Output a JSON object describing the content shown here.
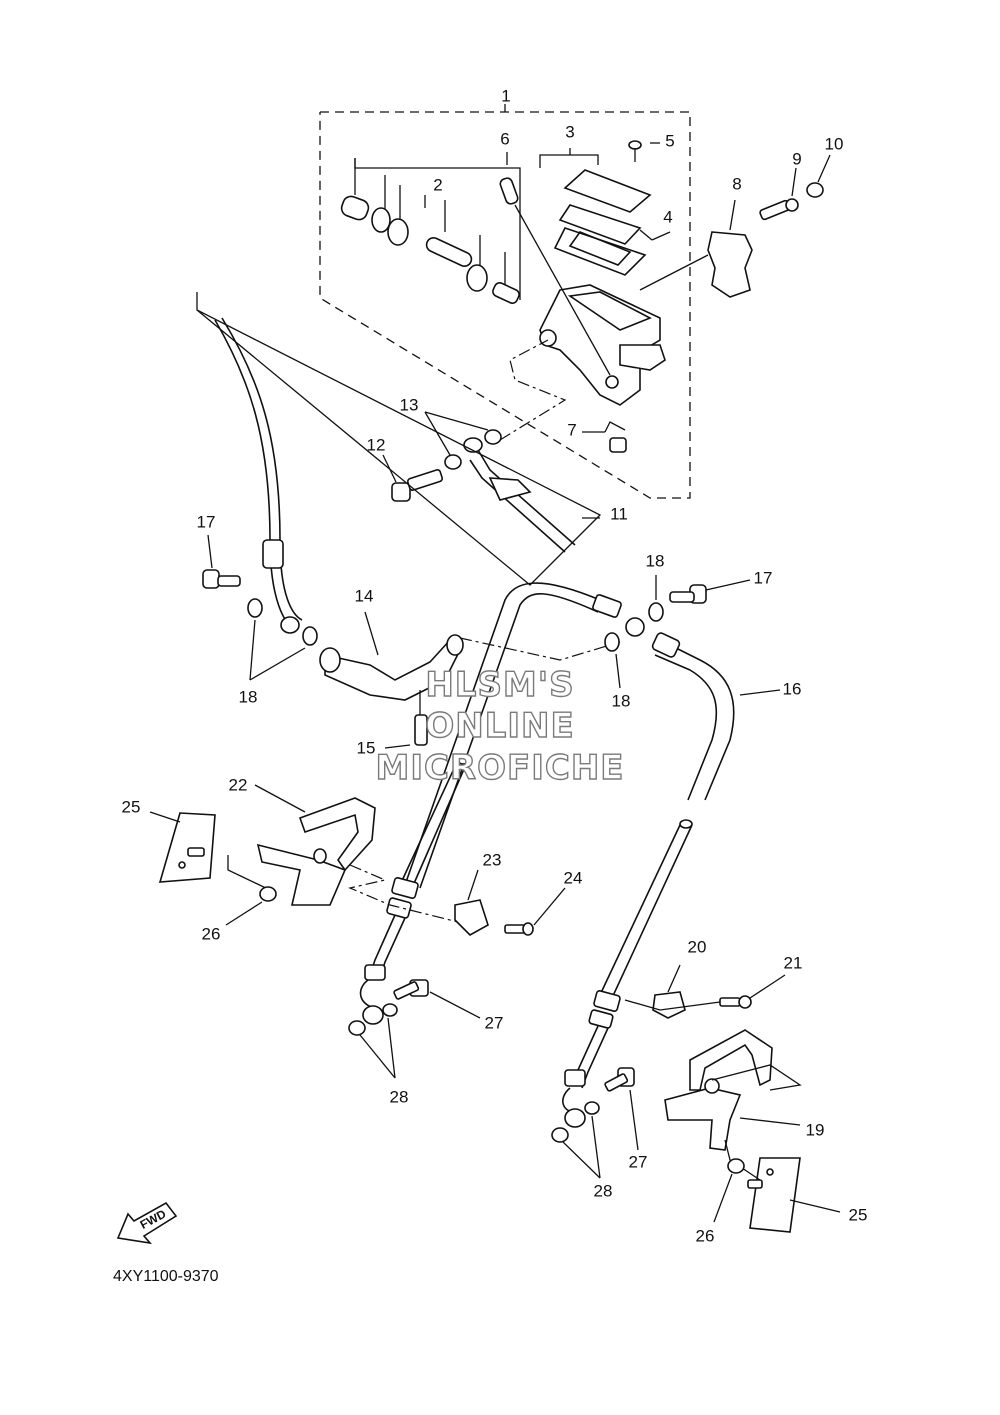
{
  "diagram": {
    "callouts": {
      "c1": "1",
      "c2": "2",
      "c3": "3",
      "c4": "4",
      "c5": "5",
      "c6": "6",
      "c7": "7",
      "c8": "8",
      "c9": "9",
      "c10": "10",
      "c11": "11",
      "c12": "12",
      "c13": "13",
      "c14": "14",
      "c15": "15",
      "c16": "16",
      "c17a": "17",
      "c17b": "17",
      "c18a": "18",
      "c18b": "18",
      "c18c": "18",
      "c19": "19",
      "c20": "20",
      "c21": "21",
      "c22": "22",
      "c23": "23",
      "c24": "24",
      "c25a": "25",
      "c25b": "25",
      "c26a": "26",
      "c26b": "26",
      "c27a": "27",
      "c27b": "27",
      "c28a": "28",
      "c28b": "28"
    },
    "part_code": "4XY1100-9370",
    "fwd_label": "FWD"
  },
  "watermark": {
    "line1": "HLSM'S",
    "line2": "ONLINE",
    "line3": "MICROFICHE"
  }
}
